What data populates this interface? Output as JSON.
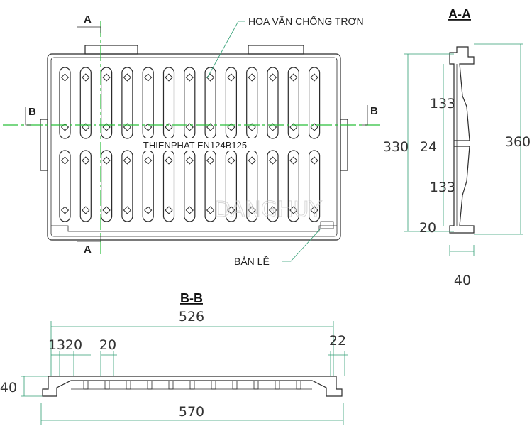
{
  "plan": {
    "section_cut_a": "A",
    "section_cut_b": "B",
    "callout_pattern": "HOA VĂN CHỐNG TRƠN",
    "callout_hinge": "BẢN LỀ",
    "marking": "THIENPHAT  EN124B125",
    "watermark": "DANGHUY"
  },
  "section_aa": {
    "title": "A-A",
    "dims": {
      "overall_height": "360",
      "inner_height": "330",
      "rib_upper": "133",
      "rib_mid": "24",
      "rib_lower": "133",
      "bottom": "20",
      "depth": "40"
    }
  },
  "section_bb": {
    "title": "B-B",
    "dims": {
      "inner_width": "526",
      "rib_13": "13",
      "rib_20a": "20",
      "rib_20b": "20",
      "flange": "22",
      "height": "40",
      "overall_width": "570"
    }
  }
}
